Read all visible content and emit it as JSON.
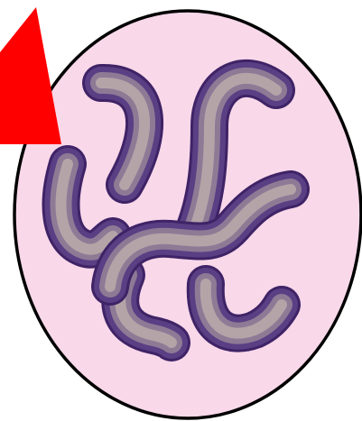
{
  "colors": {
    "background": "#ffffff",
    "cell_fill": "#f9d8ea",
    "cell_outline": "#000000",
    "chromosome_core": "#b4a4a8",
    "chromosome_mid": "#8f7a96",
    "chromosome_edge": "#5b3f84",
    "chromosome_outline": "#3f2366",
    "pointer": "#ff0000"
  },
  "diagram": {
    "shapes": [
      "cell-body",
      "chromosome",
      "chromosome",
      "chromosome",
      "chromosome",
      "chromosome",
      "chromosome",
      "pointer-wedge"
    ]
  }
}
